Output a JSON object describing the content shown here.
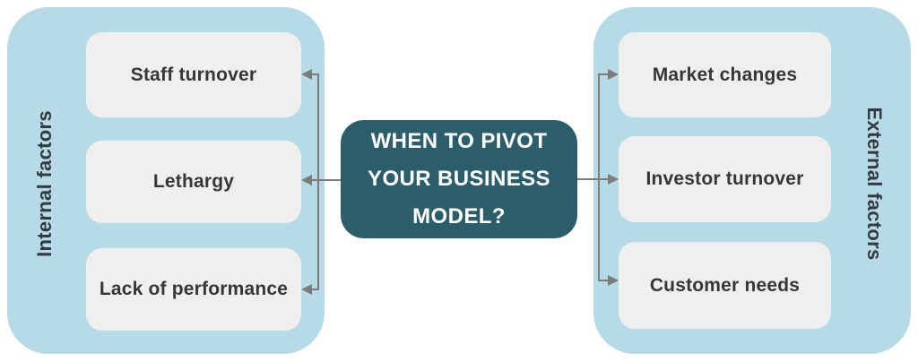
{
  "diagram": {
    "center": {
      "title": "WHEN TO PIVOT YOUR BUSINESS MODEL?"
    },
    "internal": {
      "label": "Internal factors",
      "items": [
        "Staff turnover",
        "Lethargy",
        "Lack of performance"
      ]
    },
    "external": {
      "label": "External factors",
      "items": [
        "Market changes",
        "Investor turnover",
        "Customer needs"
      ]
    }
  },
  "colors": {
    "panel_bg": "#B6DAE6",
    "item_bg": "#EFEFEF",
    "item_text": "#363636",
    "label_text": "#333B40",
    "center_bg": "#2B5D6B",
    "center_text": "#FFFFFF",
    "connector": "#7C7C7C"
  }
}
